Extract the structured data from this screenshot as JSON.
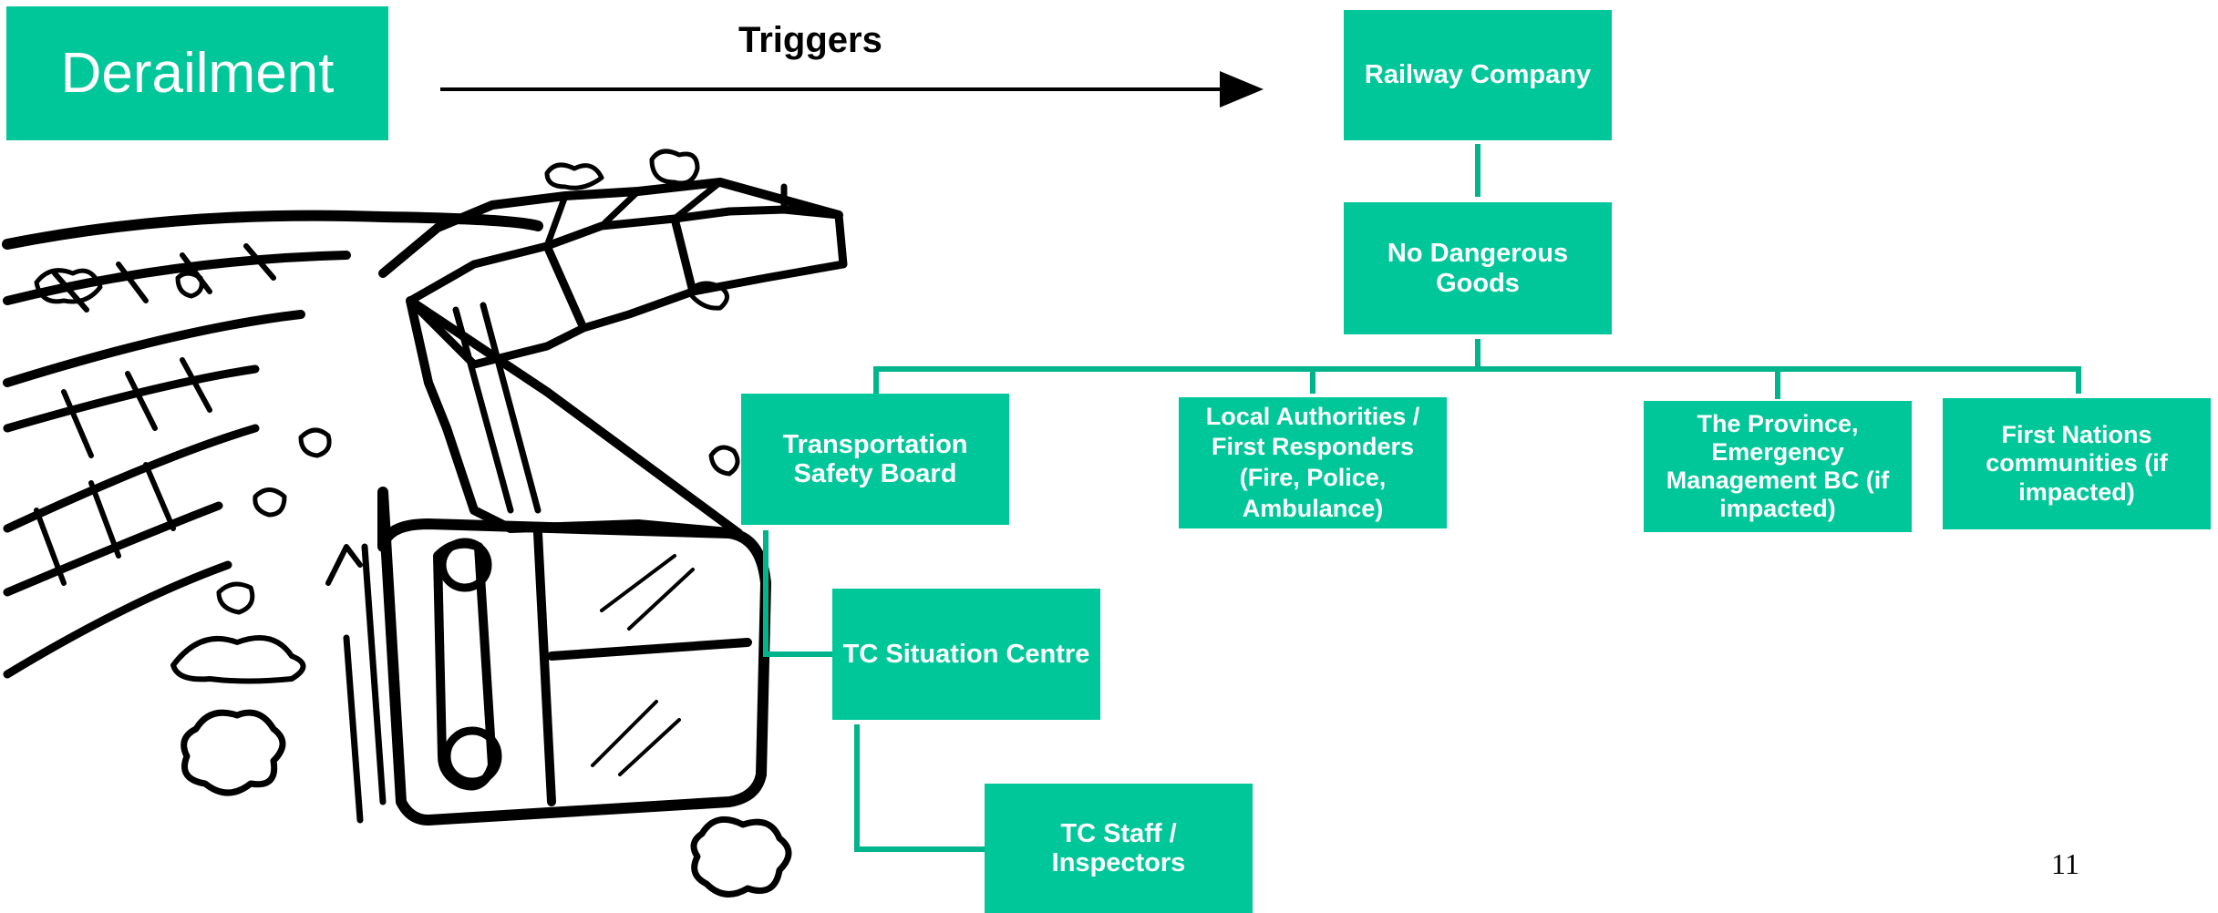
{
  "slide": {
    "title": "Derailment",
    "arrow_label": "Triggers",
    "page_number": "11"
  },
  "nodes": {
    "railway_company": "Railway Company",
    "no_dangerous_goods": "No Dangerous Goods",
    "transportation_safety_board": "Transportation Safety Board",
    "local_authorities": "Local Authorities / First Responders (Fire, Police, Ambulance)",
    "province": "The Province, Emergency Management BC (if impacted)",
    "first_nations": "First Nations communities (if impacted)",
    "tc_situation_centre": "TC Situation Centre",
    "tc_staff": "TC Staff / Inspectors"
  },
  "colors": {
    "box_fill": "#00c79a",
    "box_text": "#ffffff",
    "connector": "#00b48c",
    "arrow": "#000000"
  },
  "illustration": {
    "icon": "derailed-train-sketch-icon"
  }
}
